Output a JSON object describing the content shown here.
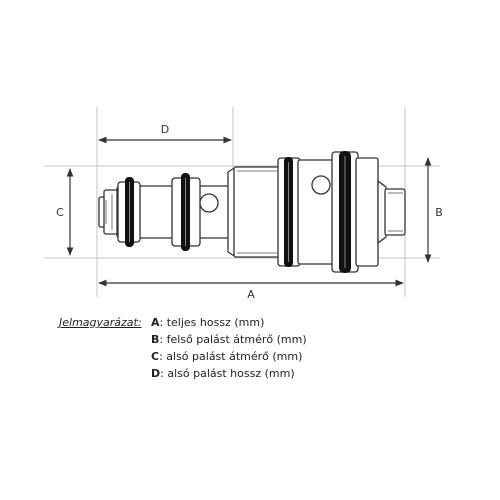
{
  "dimension_labels": {
    "A": "A",
    "B": "B",
    "C": "C",
    "D": "D"
  },
  "legend": {
    "title": "Jelmagyarázat:",
    "items": [
      {
        "key": "A",
        "text": "teljes hossz (mm)"
      },
      {
        "key": "B",
        "text": "felső palást átmérő (mm)"
      },
      {
        "key": "C",
        "text": "alsó palást átmérő (mm)"
      },
      {
        "key": "D",
        "text": "alsó palást hossz (mm)"
      }
    ]
  },
  "colors": {
    "outline": "#333333",
    "oring": "#111111",
    "guide": "#bdbdbd",
    "dim": "#333333"
  }
}
